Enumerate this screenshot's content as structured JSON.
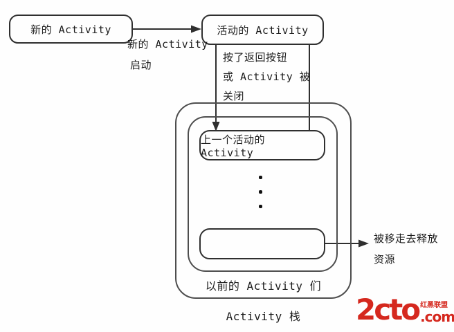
{
  "diagram": {
    "boxes": {
      "new_activity": "新的 Activity",
      "active_activity": "活动的 Activity",
      "previous_activity": "上一个活动的 Activity"
    },
    "labels": {
      "start_line1": "新的 Activity",
      "start_line2": "启动",
      "back_line1": "按了返回按钮",
      "back_line2": "或 Activity 被",
      "back_line3": "关闭",
      "removed_line1": "被移走去释放",
      "removed_line2": "资源",
      "previous_activities": "以前的 Activity 们",
      "activity_stack": "Activity 栈"
    },
    "colors": {
      "node_stroke": "#2f2f2f",
      "container_stroke": "#4d4d4d",
      "text": "#1c1c1c"
    }
  },
  "watermark": {
    "logo_main": "2cto",
    "logo_suffix": ".com",
    "logo_tagline": "红黑联盟",
    "color": "#d5281e"
  }
}
